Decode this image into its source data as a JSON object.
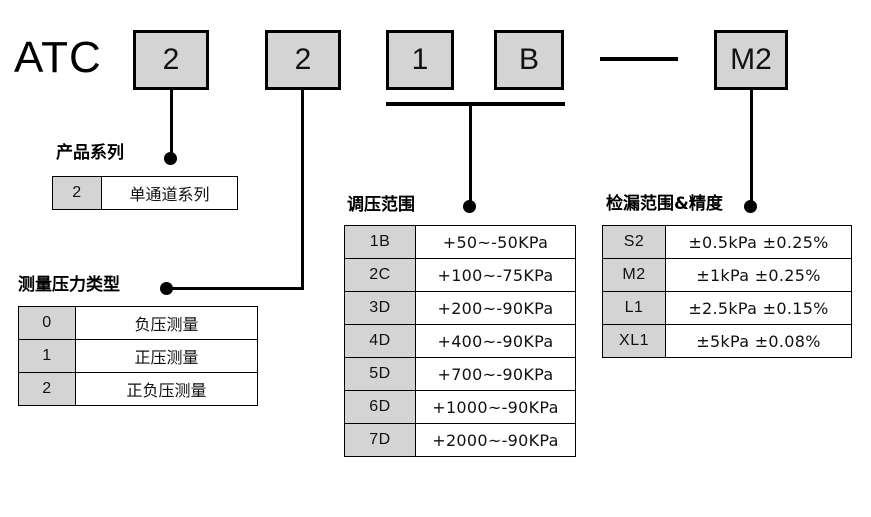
{
  "diagram": {
    "type": "product-code-breakdown",
    "prefix": "ATC",
    "separator_dash": "—",
    "code_boxes": [
      {
        "value": "2",
        "meaning_section": "product-series"
      },
      {
        "value": "2",
        "meaning_section": "measurement-pressure-type"
      },
      {
        "value": "1",
        "meaning_section": "pressure-range"
      },
      {
        "value": "B",
        "meaning_section": "pressure-range"
      },
      {
        "value": "M2",
        "meaning_section": "leak-range-accuracy"
      }
    ]
  },
  "sections": {
    "product_series": {
      "caption": "产品系列",
      "rows": [
        {
          "code": "2",
          "desc": "单通道系列"
        }
      ]
    },
    "measurement_type": {
      "caption": "测量压力类型",
      "rows": [
        {
          "code": "0",
          "desc": "负压测量"
        },
        {
          "code": "1",
          "desc": "正压测量"
        },
        {
          "code": "2",
          "desc": "正负压测量"
        }
      ]
    },
    "pressure_range": {
      "caption": "调压范围",
      "rows": [
        {
          "code": "1B",
          "desc": "+50~-50KPa"
        },
        {
          "code": "2C",
          "desc": "+100~-75KPa"
        },
        {
          "code": "3D",
          "desc": "+200~-90KPa"
        },
        {
          "code": "4D",
          "desc": "+400~-90KPa"
        },
        {
          "code": "5D",
          "desc": "+700~-90KPa"
        },
        {
          "code": "6D",
          "desc": "+1000~-90KPa"
        },
        {
          "code": "7D",
          "desc": "+2000~-90KPa"
        }
      ]
    },
    "leak_range": {
      "caption": "检漏范围&精度",
      "rows": [
        {
          "code": "S2",
          "desc": "±0.5kPa ±0.25%"
        },
        {
          "code": "M2",
          "desc": "±1kPa ±0.25%"
        },
        {
          "code": "L1",
          "desc": "±2.5kPa ±0.15%"
        },
        {
          "code": "XL1",
          "desc": "±5kPa ±0.08%"
        }
      ]
    }
  },
  "colors": {
    "box_fill": "#d4d4d4",
    "line": "#000000",
    "background": "#ffffff"
  }
}
